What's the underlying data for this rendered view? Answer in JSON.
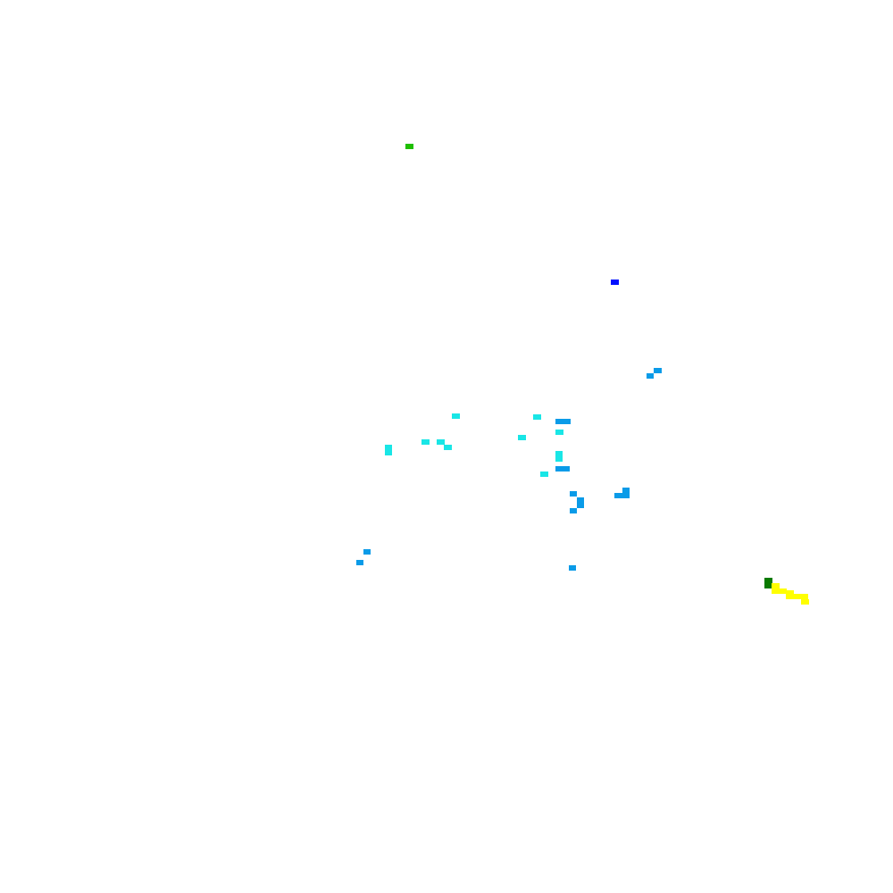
{
  "palette": {
    "background": "#ffffff",
    "green_bright": "#1fbf00",
    "green_dark": "#0a7a00",
    "blue_dark": "#0010ff",
    "blue_mid": "#0a9be8",
    "cyan": "#19e6e6",
    "yellow": "#ffff00"
  },
  "cells": [
    {
      "id": "cell-1",
      "color": "green_bright"
    },
    {
      "id": "cell-2",
      "color": "blue_dark"
    },
    {
      "id": "cell-3",
      "color": "blue_mid"
    },
    {
      "id": "cell-4",
      "color": "blue_mid"
    },
    {
      "id": "cell-5",
      "color": "cyan"
    },
    {
      "id": "cell-6",
      "color": "cyan"
    },
    {
      "id": "cell-7",
      "color": "blue_mid"
    },
    {
      "id": "cell-8",
      "color": "cyan"
    },
    {
      "id": "cell-9",
      "color": "cyan"
    },
    {
      "id": "cell-10",
      "color": "cyan"
    },
    {
      "id": "cell-11",
      "color": "cyan"
    },
    {
      "id": "cell-12",
      "color": "cyan"
    },
    {
      "id": "cell-13",
      "color": "cyan"
    },
    {
      "id": "cell-14",
      "color": "cyan"
    },
    {
      "id": "cell-15",
      "color": "blue_mid"
    },
    {
      "id": "cell-16",
      "color": "cyan"
    },
    {
      "id": "cell-17",
      "color": "blue_mid"
    },
    {
      "id": "cell-18",
      "color": "blue_mid"
    },
    {
      "id": "cell-19",
      "color": "blue_mid"
    },
    {
      "id": "cell-20",
      "color": "blue_mid"
    },
    {
      "id": "cell-21",
      "color": "blue_mid"
    },
    {
      "id": "cell-22",
      "color": "blue_mid"
    },
    {
      "id": "cell-23",
      "color": "blue_mid"
    },
    {
      "id": "cell-24",
      "color": "blue_mid"
    },
    {
      "id": "cell-25",
      "color": "blue_mid"
    },
    {
      "id": "cell-26",
      "color": "green_dark"
    },
    {
      "id": "cell-27",
      "color": "yellow"
    },
    {
      "id": "cell-28",
      "color": "yellow"
    },
    {
      "id": "cell-29",
      "color": "yellow"
    },
    {
      "id": "cell-30",
      "color": "yellow"
    },
    {
      "id": "cell-31",
      "color": "yellow"
    }
  ]
}
